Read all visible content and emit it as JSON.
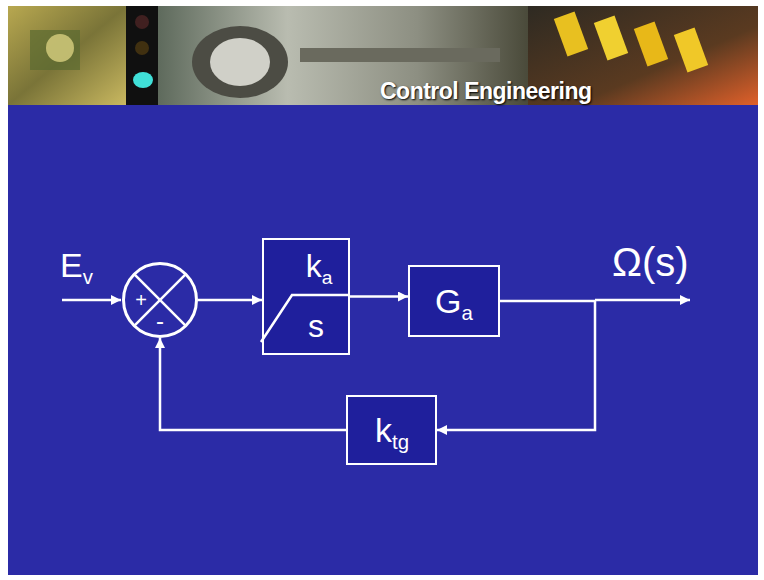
{
  "diagram": {
    "nodes": [
      {
        "text": [
          "+",
          "-"
        ]
      },
      {
        "text": [
          "ka",
          "s"
        ]
      },
      {
        "text": [
          "Ga"
        ]
      },
      {
        "text": [
          "ktg"
        ]
      }
    ],
    "edges": [
      {
        "from": 0,
        "to": 1,
        "arrow": "to"
      },
      {
        "from": 1,
        "to": 2,
        "arrow": "to"
      },
      {
        "from": 2,
        "to": 3,
        "arrow": "to"
      },
      {
        "from": 3,
        "to": 0,
        "arrow": "to"
      }
    ],
    "labels": [
      "Control Engineering",
      "Ev",
      "Ω(s)"
    ]
  }
}
